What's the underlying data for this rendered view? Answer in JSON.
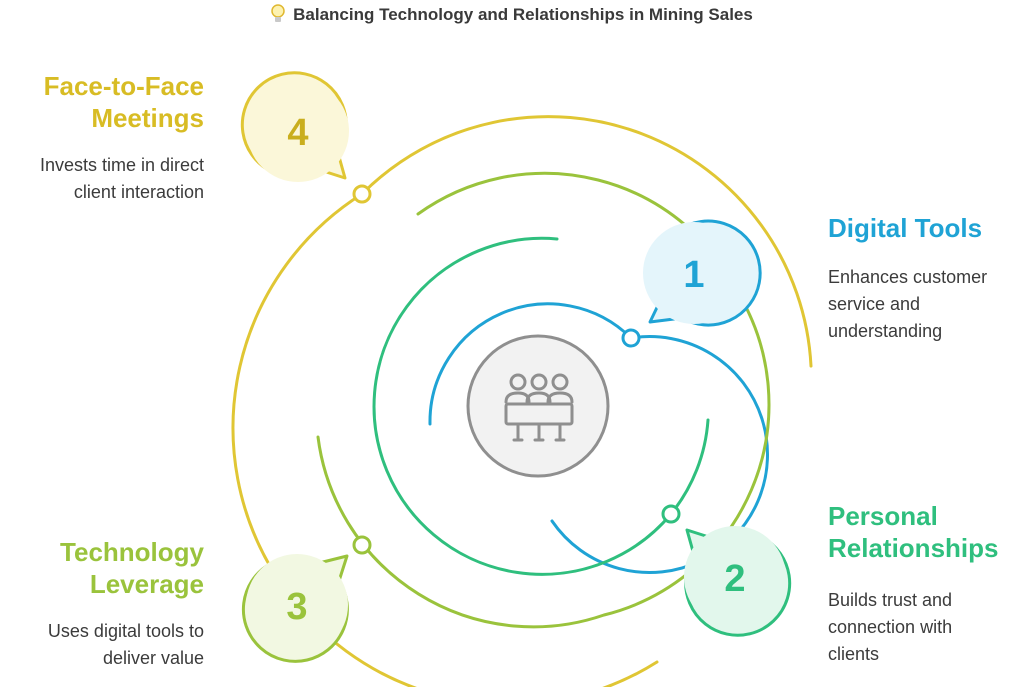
{
  "title": "Balancing Technology and Relationships in Mining Sales",
  "center_icon": "meeting-group-icon",
  "stages": [
    {
      "number": "1",
      "heading": "Digital Tools",
      "description": [
        "Enhances customer",
        "service and",
        "understanding"
      ],
      "color": "#1fa3d5",
      "fill": "#e4f5fb"
    },
    {
      "number": "2",
      "heading": [
        "Personal",
        "Relationships"
      ],
      "description": [
        "Builds trust and",
        "connection with",
        "clients"
      ],
      "color": "#2fbf7e",
      "fill": "#e2f7ec"
    },
    {
      "number": "3",
      "heading": [
        "Technology",
        "Leverage"
      ],
      "description": [
        "Uses digital tools to",
        "deliver value"
      ],
      "color": "#9ac33c",
      "fill": "#f2f8e2"
    },
    {
      "number": "4",
      "heading": [
        "Face-to-Face",
        "Meetings"
      ],
      "description": [
        "Invests time in direct",
        "client interaction"
      ],
      "color": "#e0c634",
      "fill": "#fbf7d9"
    }
  ]
}
